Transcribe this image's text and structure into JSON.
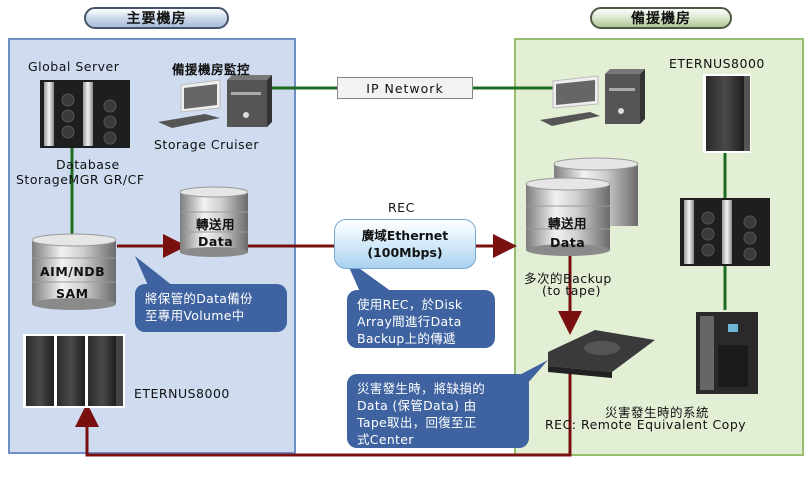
{
  "sites": {
    "main": {
      "title": "主要機房",
      "color": "#cfdcf0",
      "border": "#6f8fc6"
    },
    "backup": {
      "title": "備援機房",
      "color": "#e3efd5",
      "border": "#97bd6f"
    }
  },
  "main_site": {
    "global_server_label": "Global Server",
    "monitor_label": "備援機房監控",
    "storage_cruiser_label": "Storage Cruiser",
    "database_label": "Database",
    "storagemgr_label": "StorageMGR GR/CF",
    "primary_db": {
      "line1": "AIM/NDB",
      "line2": "SAM"
    },
    "transfer_db": {
      "line1": "轉送用",
      "line2": "Data"
    },
    "callout_backup": {
      "line1": "將保管的Data備份",
      "line2": "至專用Volume中"
    },
    "storage_label": "ETERNUS8000"
  },
  "network": {
    "ip_network_label": "IP Network",
    "rec_label": "REC",
    "ethernet": {
      "line1": "廣域Ethernet",
      "line2": "(100Mbps)"
    },
    "callout_rec": {
      "line1": "使用REC，於Disk",
      "line2": "Array間進行Data",
      "line3": "Backup上的傳遞"
    },
    "callout_restore": {
      "line1": "災害發生時，將缺損的",
      "line2": "Data (保管Data) 由",
      "line3": "Tape取出，回復至正",
      "line4": "式Center"
    }
  },
  "backup_site": {
    "storage_label": "ETERNUS8000",
    "transfer_db": {
      "line1": "轉送用",
      "line2": "Data"
    },
    "multi_backup": {
      "line1": "多次的Backup",
      "line2": "(to tape)"
    },
    "system_label": "災害發生時的系統",
    "rec_full_label": "REC: Remote Equivalent Copy"
  },
  "colors": {
    "green_link": "#1e6b22",
    "red_link": "#7a0f0f",
    "callout": "#3f63a0"
  }
}
